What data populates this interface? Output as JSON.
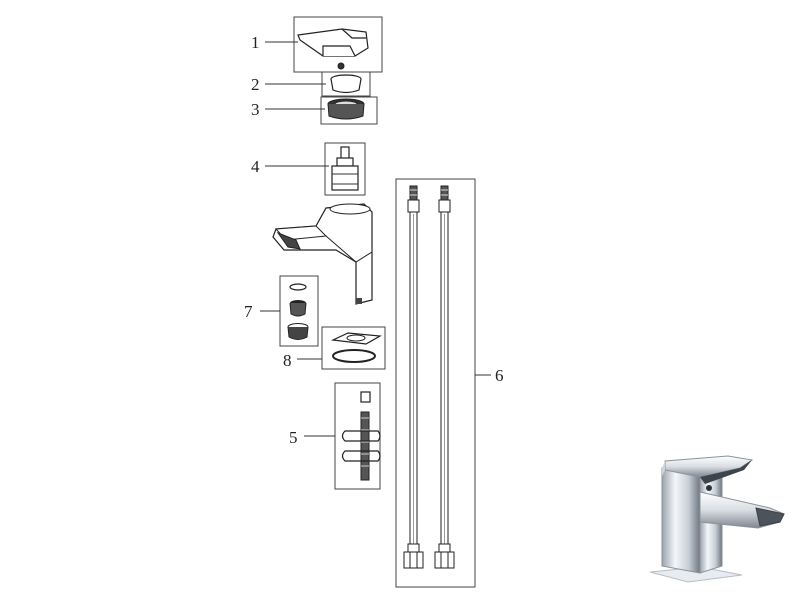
{
  "diagram": {
    "callouts": [
      {
        "id": "1",
        "label": "1"
      },
      {
        "id": "2",
        "label": "2"
      },
      {
        "id": "3",
        "label": "3"
      },
      {
        "id": "4",
        "label": "4"
      },
      {
        "id": "5",
        "label": "5"
      },
      {
        "id": "6",
        "label": "6"
      },
      {
        "id": "7",
        "label": "7"
      },
      {
        "id": "8",
        "label": "8"
      }
    ]
  },
  "colors": {
    "line": "#333333",
    "chrome_light": "#eef2f6",
    "chrome_dark": "#6e7680"
  }
}
